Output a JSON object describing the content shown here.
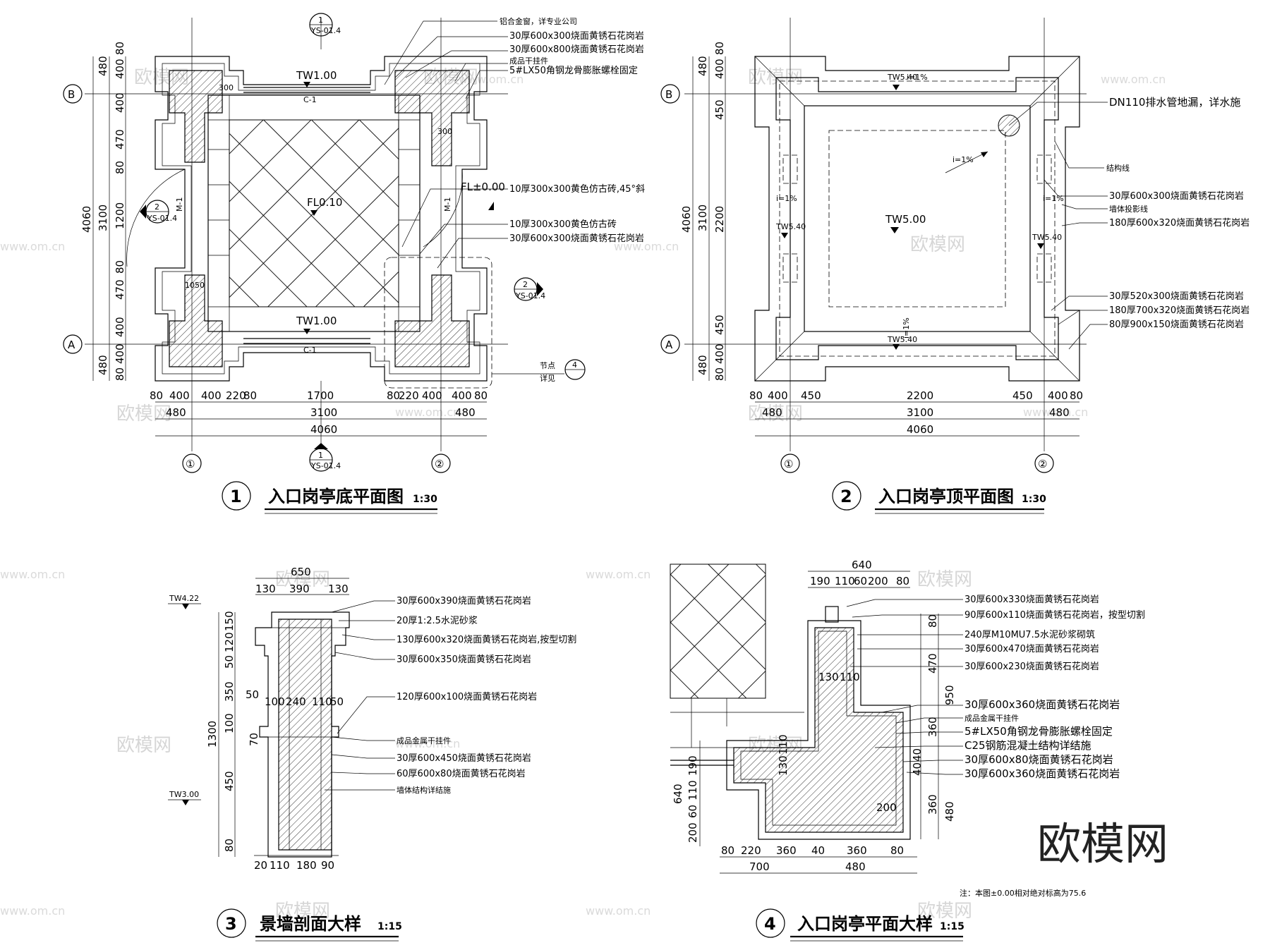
{
  "drawings": [
    {
      "number": "1",
      "title": "入口岗亭底平面图",
      "scale": "1:30"
    },
    {
      "number": "2",
      "title": "入口岗亭顶平面图",
      "scale": "1:30"
    },
    {
      "number": "3",
      "title": "景墙剖面大样",
      "scale": "1:15"
    },
    {
      "number": "4",
      "title": "入口岗亭平面大样",
      "scale": "1:15"
    }
  ],
  "plan1": {
    "left_dims": [
      "480",
      "400",
      "80",
      "400",
      "470",
      "80",
      "1200",
      "80",
      "470",
      "400",
      "80",
      "400",
      "480"
    ],
    "left_totals": [
      "3100",
      "4060"
    ],
    "bottom_row1": [
      "80",
      "400",
      "400",
      "220",
      "80",
      "1700",
      "80",
      "220",
      "400",
      "400",
      "80"
    ],
    "bottom_row2": [
      "480",
      "3100",
      "480"
    ],
    "bottom_total": "4060",
    "axes": [
      "B",
      "A",
      "①",
      "②"
    ],
    "levels": [
      "TW1.00",
      "TW1.00",
      "FL0.10",
      "FL±0.00"
    ],
    "window": "C-1",
    "door": "M-1",
    "section_ref": "YS-01.4",
    "section_nums": [
      "1",
      "2",
      "1",
      "2"
    ],
    "detail_ref": {
      "num": "4",
      "text1": "节点",
      "text2": "详见"
    },
    "side_labels": [
      "300",
      "300",
      "1050"
    ],
    "notes": [
      "铝合金窗，详专业公司",
      "30厚600x300烧面黄锈石花岗岩",
      "30厚600x800烧面黄锈石花岗岩",
      "成品干挂件",
      "5#LX50角钢龙骨膨胀螺栓固定",
      "10厚300x300黄色仿古砖,45°斜",
      "10厚300x300黄色仿古砖",
      "30厚600x300烧面黄锈石花岗岩"
    ]
  },
  "plan2": {
    "left_dims": [
      "480",
      "400",
      "80",
      "450",
      "2200",
      "450",
      "400",
      "80",
      "480"
    ],
    "left_totals": [
      "3100",
      "4060"
    ],
    "bottom_row1": [
      "80",
      "400",
      "450",
      "2200",
      "450",
      "400",
      "80"
    ],
    "bottom_row2": [
      "480",
      "3100",
      "480"
    ],
    "bottom_total": "4060",
    "levels": [
      "TW5.40",
      "TW5.40",
      "TW5.40",
      "TW5.40",
      "TW5.00"
    ],
    "slopes": [
      "i=1%",
      "i=1%",
      "i=1%",
      "i=1%",
      "i=1%"
    ],
    "notes": [
      "DN110排水管地漏，详水施",
      "结构线",
      "30厚600x300烧面黄锈石花岗岩",
      "墙体投影线",
      "180厚600x320烧面黄锈石花岗岩",
      "30厚520x300烧面黄锈石花岗岩",
      "180厚700x320烧面黄锈石花岗岩",
      "80厚900x150烧面黄锈石花岗岩"
    ]
  },
  "section3": {
    "top_dims": [
      "650",
      "130",
      "390",
      "130"
    ],
    "left_dims": [
      "150",
      "120",
      "50",
      "350",
      "100",
      "70",
      "450",
      "80"
    ],
    "left_total": "1300",
    "inner": [
      "50",
      "100",
      "240",
      "110",
      "50"
    ],
    "bottom_dims": [
      "20",
      "110",
      "180",
      "90"
    ],
    "levels": [
      "TW4.22",
      "TW3.00"
    ],
    "notes": [
      "30厚600x390烧面黄锈石花岗岩",
      "20厚1:2.5水泥砂浆",
      "130厚600x320烧面黄锈石花岗岩,按型切割",
      "30厚600x350烧面黄锈石花岗岩",
      "120厚600x100烧面黄锈石花岗岩",
      "成品金属干挂件",
      "30厚600x450烧面黄锈石花岗岩",
      "60厚600x80烧面黄锈石花岗岩",
      "墙体结构详结施"
    ]
  },
  "detail4": {
    "top_dims": [
      "640",
      "190",
      "110",
      "60",
      "200",
      "80"
    ],
    "right_dims": [
      "80",
      "470",
      "360",
      "40",
      "40",
      "360",
      "480"
    ],
    "right_total": "950",
    "left_dims": [
      "640",
      "200",
      "60",
      "110",
      "190"
    ],
    "inner": [
      "130",
      "110",
      "130",
      "110",
      "200"
    ],
    "bottom_row1": [
      "80",
      "220",
      "360",
      "40",
      "360",
      "80"
    ],
    "bottom_row2": [
      "700",
      "480"
    ],
    "notes": [
      "30厚600x330烧面黄锈石花岗岩",
      "90厚600x110烧面黄锈石花岗岩，按型切割",
      "240厚M10MU7.5水泥砂浆砌筑",
      "30厚600x470烧面黄锈石花岗岩",
      "30厚600x230烧面黄锈石花岗岩",
      "30厚600x360烧面黄锈石花岗岩",
      "成品金属干挂件",
      "5#LX50角钢龙骨膨胀螺栓固定",
      "C25钢筋混凝土结构详结施",
      "30厚600x80烧面黄锈石花岗岩",
      "30厚600x360烧面黄锈石花岗岩"
    ],
    "footnote": "注：本图±0.00相对绝对标高为75.6"
  },
  "watermarks": {
    "site": "www.om.cn",
    "brand": "欧模网",
    "logo": "欧模网"
  }
}
